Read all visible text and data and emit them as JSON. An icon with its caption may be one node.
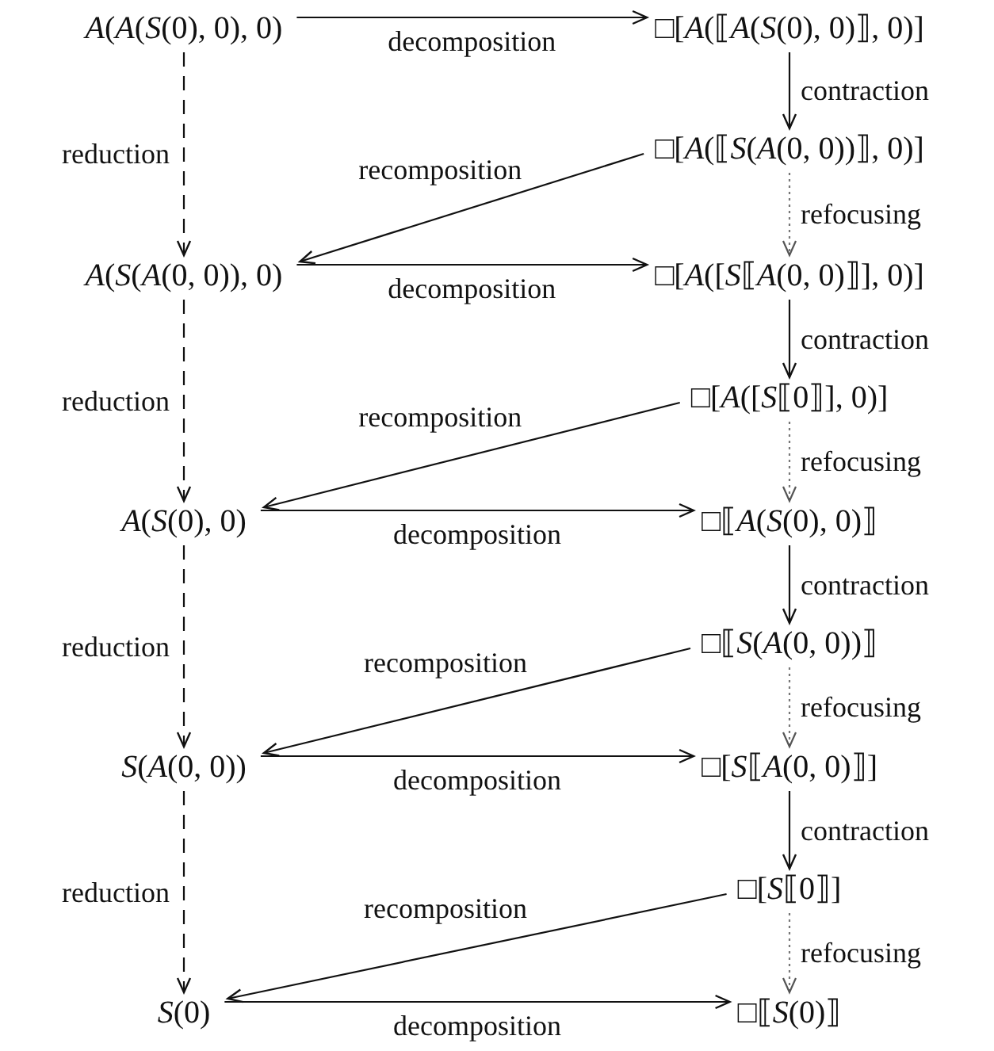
{
  "diagram": {
    "nodes": [
      {
        "text": [
          "*A*(*A*(*S*(0), 0), 0)"
        ]
      },
      {
        "text": [
          "□[*A*(⟦*A*(*S*(0), 0)⟧, 0)]"
        ]
      },
      {
        "text": [
          "□[*A*(⟦*S*(*A*(0, 0))⟧, 0)]"
        ]
      },
      {
        "text": [
          "*A*(*S*(*A*(0, 0)), 0)"
        ]
      },
      {
        "text": [
          "□[*A*([*S*⟦*A*(0, 0)⟧], 0)]"
        ]
      },
      {
        "text": [
          "□[*A*([*S*⟦0⟧], 0)]"
        ]
      },
      {
        "text": [
          "*A*(*S*(0), 0)"
        ]
      },
      {
        "text": [
          "□⟦*A*(*S*(0), 0)⟧"
        ]
      },
      {
        "text": [
          "□⟦*S*(*A*(0, 0))⟧"
        ]
      },
      {
        "text": [
          "*S*(*A*(0, 0))"
        ]
      },
      {
        "text": [
          "□[*S*⟦*A*(0, 0)⟧]"
        ]
      },
      {
        "text": [
          "□[*S*⟦0⟧]"
        ]
      },
      {
        "text": [
          "*S*(0)"
        ]
      },
      {
        "text": [
          "□⟦*S*(0)⟧"
        ]
      }
    ],
    "edges": [
      {
        "from": 0,
        "to": 1,
        "arrow": "to",
        "label": "decomposition"
      },
      {
        "from": 1,
        "to": 2,
        "arrow": "to",
        "label": "contraction"
      },
      {
        "from": 0,
        "to": 3,
        "arrow": "to",
        "label": "reduction",
        "style": "dashed"
      },
      {
        "from": 2,
        "to": 3,
        "arrow": "to",
        "label": "recomposition"
      },
      {
        "from": 2,
        "to": 4,
        "arrow": "to",
        "label": "refocusing",
        "style": "dashed",
        "color": "#777777"
      },
      {
        "from": 3,
        "to": 4,
        "arrow": "to",
        "label": "decomposition"
      },
      {
        "from": 4,
        "to": 5,
        "arrow": "to",
        "label": "contraction"
      },
      {
        "from": 3,
        "to": 6,
        "arrow": "to",
        "label": "reduction",
        "style": "dashed"
      },
      {
        "from": 5,
        "to": 6,
        "arrow": "to",
        "label": "recomposition"
      },
      {
        "from": 5,
        "to": 7,
        "arrow": "to",
        "label": "refocusing",
        "style": "dashed",
        "color": "#777777"
      },
      {
        "from": 6,
        "to": 7,
        "arrow": "to",
        "label": "decomposition"
      },
      {
        "from": 7,
        "to": 8,
        "arrow": "to",
        "label": "contraction"
      },
      {
        "from": 6,
        "to": 9,
        "arrow": "to",
        "label": "reduction",
        "style": "dashed"
      },
      {
        "from": 8,
        "to": 9,
        "arrow": "to",
        "label": "recomposition"
      },
      {
        "from": 8,
        "to": 10,
        "arrow": "to",
        "label": "refocusing",
        "style": "dashed",
        "color": "#777777"
      },
      {
        "from": 9,
        "to": 10,
        "arrow": "to",
        "label": "decomposition"
      },
      {
        "from": 10,
        "to": 11,
        "arrow": "to",
        "label": "contraction"
      },
      {
        "from": 9,
        "to": 12,
        "arrow": "to",
        "label": "reduction",
        "style": "dashed"
      },
      {
        "from": 11,
        "to": 12,
        "arrow": "to",
        "label": "recomposition"
      },
      {
        "from": 11,
        "to": 13,
        "arrow": "to",
        "label": "refocusing",
        "style": "dashed",
        "color": "#777777"
      },
      {
        "from": 12,
        "to": 13,
        "arrow": "to",
        "label": "decomposition"
      }
    ]
  }
}
